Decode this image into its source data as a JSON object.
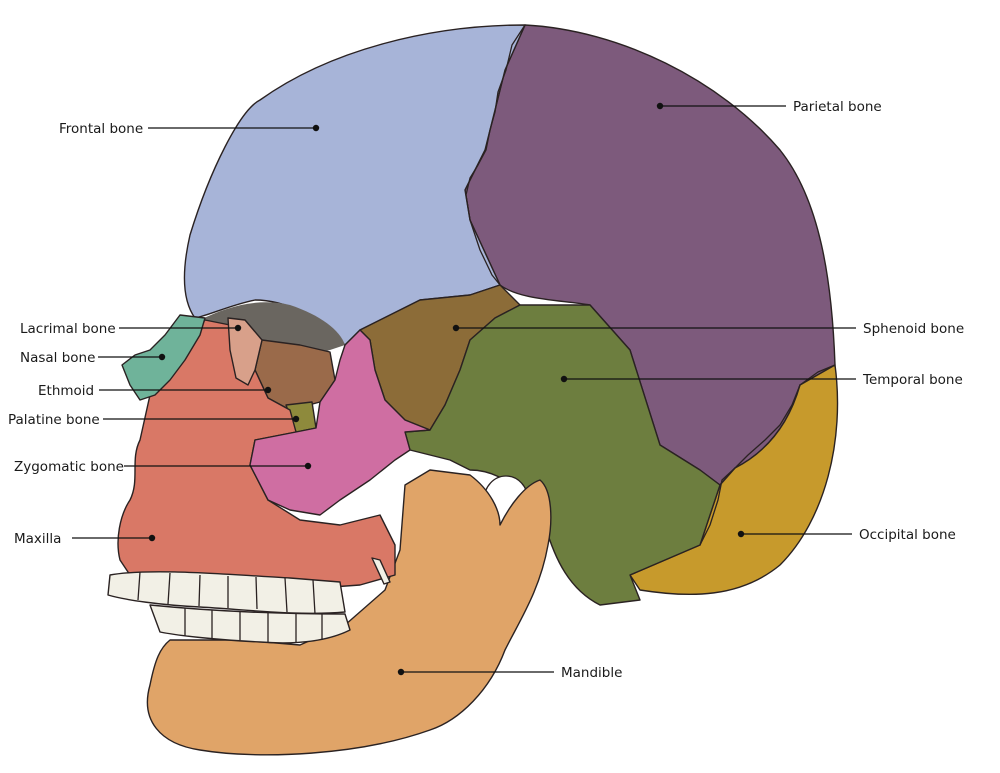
{
  "diagram": {
    "colors": {
      "frontal": "#a7b4d8",
      "parietal": "#7d5a7c",
      "temporal": "#6d7e3f",
      "sphenoid": "#8c6c38",
      "occipital": "#c79a2c",
      "zygomatic": "#cf6ea2",
      "maxilla": "#d97866",
      "mandible": "#e0a468",
      "nasal": "#6fb39a",
      "lacrimal": "#d8a08a",
      "ethmoid": "#9a6a4a",
      "palatine": "#8e8a3c",
      "teeth": "#f2f0e6",
      "orbit_shadow": "#6a6660"
    },
    "labels": {
      "frontal": "Frontal bone",
      "parietal": "Parietal bone",
      "lacrimal": "Lacrimal bone",
      "nasal": "Nasal bone",
      "ethmoid": "Ethmoid",
      "palatine": "Palatine bone",
      "zygomatic": "Zygomatic bone",
      "maxilla": "Maxilla",
      "sphenoid": "Sphenoid bone",
      "temporal": "Temporal bone",
      "occipital": "Occipital bone",
      "mandible": "Mandible"
    }
  }
}
